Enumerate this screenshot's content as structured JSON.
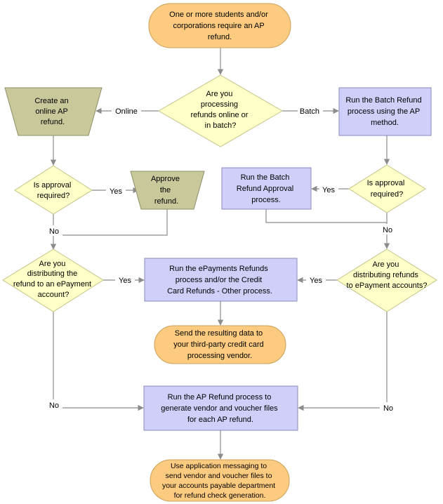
{
  "colors": {
    "terminal_fill": "#FCCB80",
    "terminal_stroke": "#C9A05A",
    "decision_fill": "#FFFFC8",
    "decision_stroke": "#C2C28A",
    "process_fill": "#CFCFFA",
    "process_stroke": "#8A8AB8",
    "manual_fill": "#C8C89A",
    "manual_stroke": "#8E8E6A",
    "connector": "#8C8C8C"
  },
  "nodes": {
    "start": {
      "shape": "terminal",
      "lines": [
        "One or more students and/or",
        "corporations require an AP",
        "refund."
      ]
    },
    "online_or_batch": {
      "shape": "decision",
      "lines": [
        "Are you",
        "processing",
        "refunds online or",
        "in batch?"
      ]
    },
    "create_online": {
      "shape": "manual-operation",
      "lines": [
        "Create an",
        "online AP",
        "refund."
      ]
    },
    "batch_refund": {
      "shape": "process",
      "lines": [
        "Run the Batch Refund",
        "process using the AP",
        "method."
      ]
    },
    "approval_left": {
      "shape": "decision",
      "lines": [
        "Is approval",
        "required?"
      ]
    },
    "approve_refund": {
      "shape": "manual-operation",
      "lines": [
        "Approve",
        "the",
        "refund."
      ]
    },
    "batch_approval": {
      "shape": "process",
      "lines": [
        "Run the Batch",
        "Refund Approval",
        "process."
      ]
    },
    "approval_right": {
      "shape": "decision",
      "lines": [
        "Is approval",
        "required?"
      ]
    },
    "epay_left": {
      "shape": "decision",
      "lines": [
        "Are you",
        "distributing the",
        "refund to an ePayment",
        "account?"
      ]
    },
    "epayments_process": {
      "shape": "process",
      "lines": [
        "Run the ePayments Refunds",
        "process and/or the Credit",
        "Card Refunds -  Other process."
      ]
    },
    "epay_right": {
      "shape": "decision",
      "lines": [
        "Are you",
        "distributing refunds",
        "to ePayment accounts?"
      ]
    },
    "send_data": {
      "shape": "terminal",
      "lines": [
        "Send the resulting data to",
        "your third-party credit card",
        "processing vendor."
      ]
    },
    "ap_refund": {
      "shape": "process",
      "lines": [
        "Run the AP Refund process to",
        "generate vendor and voucher files",
        "for each AP refund."
      ]
    },
    "messaging": {
      "shape": "terminal",
      "lines": [
        "Use application messaging to",
        "send vendor and voucher files to",
        "your accounts payable department",
        "for refund check generation."
      ]
    }
  },
  "edge_labels": {
    "online": "Online",
    "batch": "Batch",
    "yes_approval_left": "Yes",
    "yes_approval_right": "Yes",
    "no_approval_merge": "No",
    "no_approval_right": "No",
    "yes_epay_left": "Yes",
    "yes_epay_right": "Yes",
    "no_epay_left": "No",
    "no_epay_right": "No"
  }
}
